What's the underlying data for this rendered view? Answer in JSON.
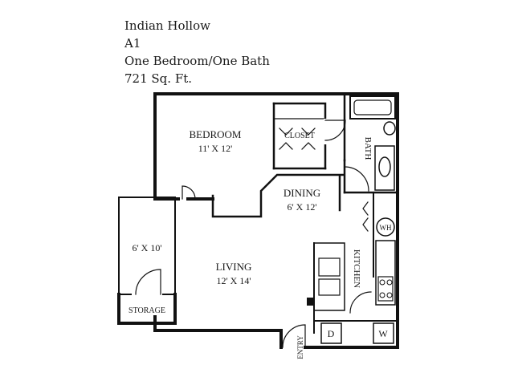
{
  "header": {
    "community": "Indian Hollow",
    "unit": "A1",
    "type": "One Bedroom/One Bath",
    "area": "721 Sq. Ft."
  },
  "rooms": {
    "bedroom": {
      "name": "BEDROOM",
      "size": "11' X 12'"
    },
    "closet": {
      "name": "CLOSET"
    },
    "bath": {
      "name": "BATH"
    },
    "dining": {
      "name": "DINING",
      "size": "6' X 12'"
    },
    "living": {
      "name": "LIVING",
      "size": "12' X 14'"
    },
    "kitchen": {
      "name": "KITCHEN"
    },
    "patio": {
      "size": "6' X 10'"
    },
    "storage": {
      "name": "STORAGE"
    },
    "entry": {
      "name": "ENTRY"
    }
  },
  "appliances": {
    "water_heater": "WH",
    "dryer": "D",
    "washer": "W"
  }
}
